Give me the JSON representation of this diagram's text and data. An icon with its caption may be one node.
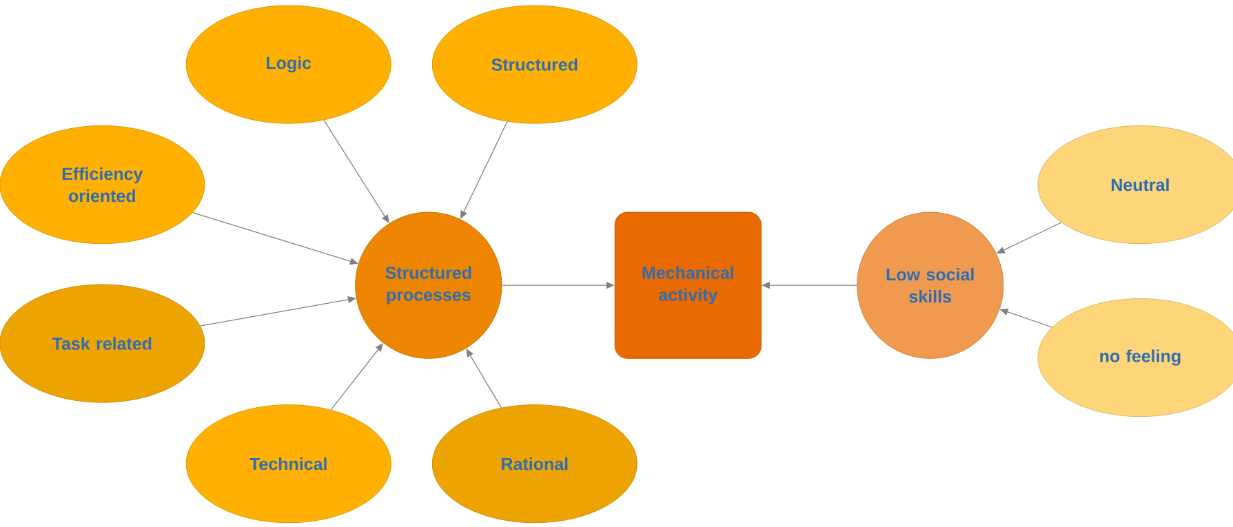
{
  "diagram": {
    "nodes": [
      {
        "text": [
          "Logic"
        ]
      },
      {
        "text": [
          "Structured"
        ]
      },
      {
        "text": [
          "Efficiency oriented"
        ]
      },
      {
        "text": [
          "Neutral"
        ]
      },
      {
        "text": [
          "Structured processes"
        ]
      },
      {
        "text": [
          "Mechanical activity"
        ]
      },
      {
        "text": [
          "Low social skills"
        ]
      },
      {
        "text": [
          "Task related"
        ]
      },
      {
        "text": [
          "no feeling"
        ]
      },
      {
        "text": [
          "Technical"
        ]
      },
      {
        "text": [
          "Rational"
        ]
      }
    ],
    "edges": [
      {
        "from": 0,
        "to": 4,
        "arrow": "to"
      },
      {
        "from": 1,
        "to": 4,
        "arrow": "to"
      },
      {
        "from": 2,
        "to": 4,
        "arrow": "to"
      },
      {
        "from": 7,
        "to": 4,
        "arrow": "to"
      },
      {
        "from": 9,
        "to": 4,
        "arrow": "to"
      },
      {
        "from": 10,
        "to": 4,
        "arrow": "to"
      },
      {
        "from": 4,
        "to": 5,
        "arrow": "to"
      },
      {
        "from": 6,
        "to": 5,
        "arrow": "to"
      },
      {
        "from": 3,
        "to": 6,
        "arrow": "to"
      },
      {
        "from": 8,
        "to": 6,
        "arrow": "to"
      }
    ]
  }
}
